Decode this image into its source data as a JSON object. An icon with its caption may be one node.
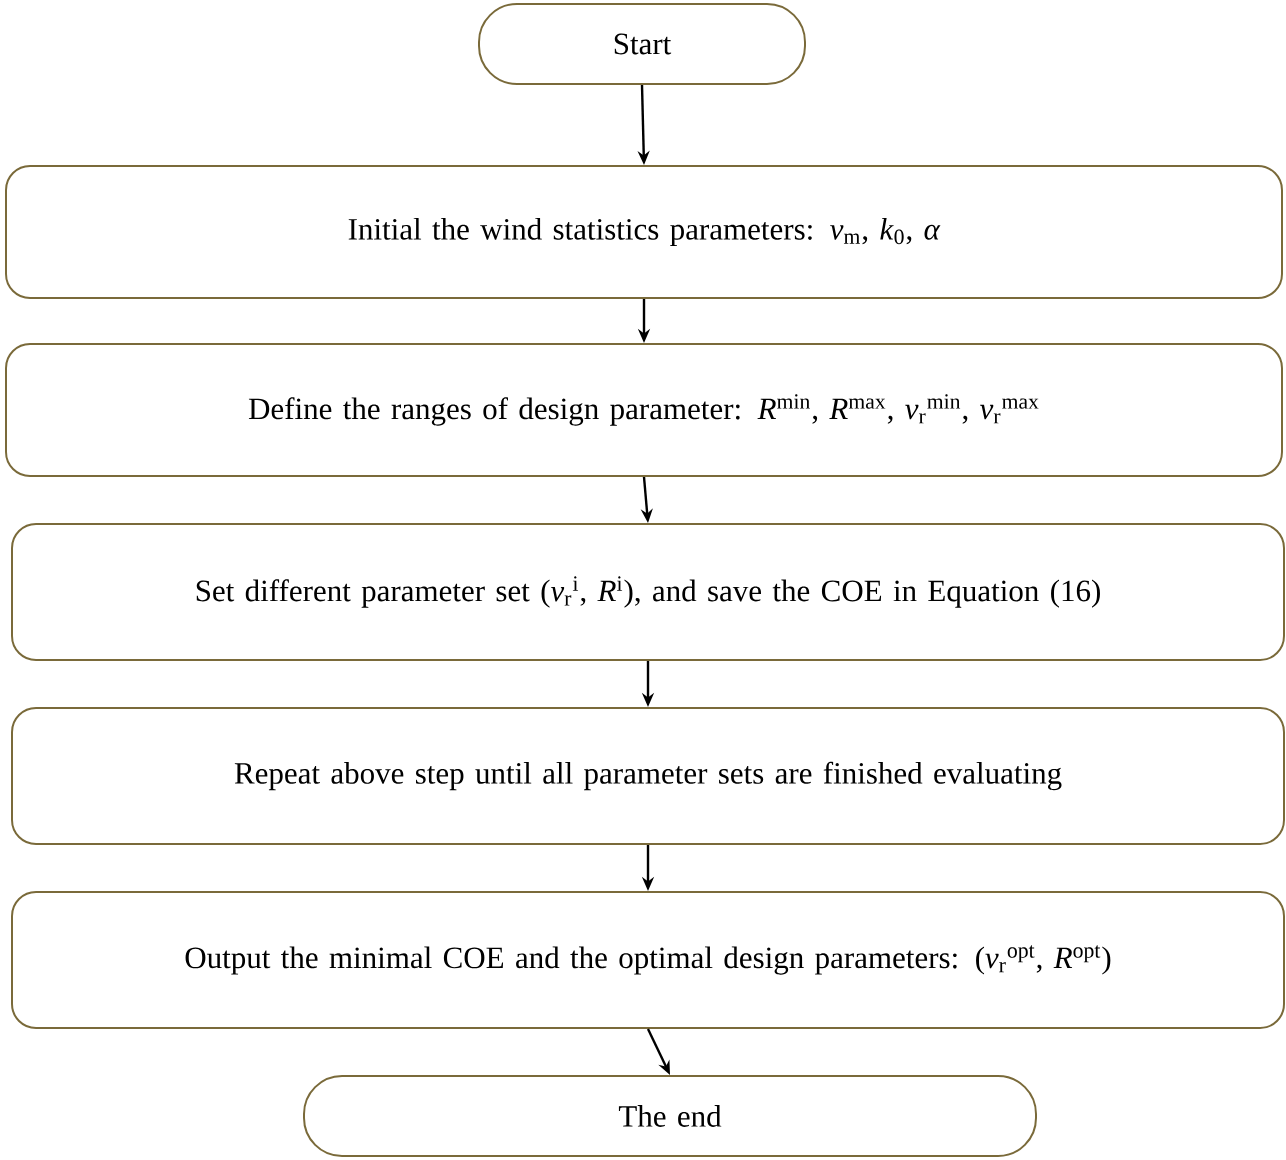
{
  "diagram": {
    "nodes": [
      {
        "text": [
          "Start"
        ]
      },
      {
        "text": [
          "Initial the wind statistics parameters: *v*$_{m}$, *k*$_{0}$, *α*"
        ]
      },
      {
        "text": [
          "Define the ranges of design parameter: *R*$^{min}$, *R*$^{max}$, *v*$_{r}$$^{min}$, *v*$_{r}$$^{max}$"
        ]
      },
      {
        "text": [
          "Set different parameter set (*v*$_{r}$$^{i}$, *R*$^{i}$), and save the COE in Equation (16)"
        ]
      },
      {
        "text": [
          "Repeat above step until all parameter sets are finished evaluating"
        ]
      },
      {
        "text": [
          "Output the minimal COE and the optimal design parameters: (*v*$_{r}$$^{opt}$, *R*$^{opt}$)"
        ]
      },
      {
        "text": [
          "The end"
        ]
      }
    ],
    "edges": [
      {
        "from": 0,
        "to": 1,
        "arrow": "to"
      },
      {
        "from": 1,
        "to": 2,
        "arrow": "to"
      },
      {
        "from": 2,
        "to": 3,
        "arrow": "to"
      },
      {
        "from": 3,
        "to": 4,
        "arrow": "to"
      },
      {
        "from": 4,
        "to": 5,
        "arrow": "to"
      },
      {
        "from": 5,
        "to": 6,
        "arrow": "to"
      }
    ]
  }
}
